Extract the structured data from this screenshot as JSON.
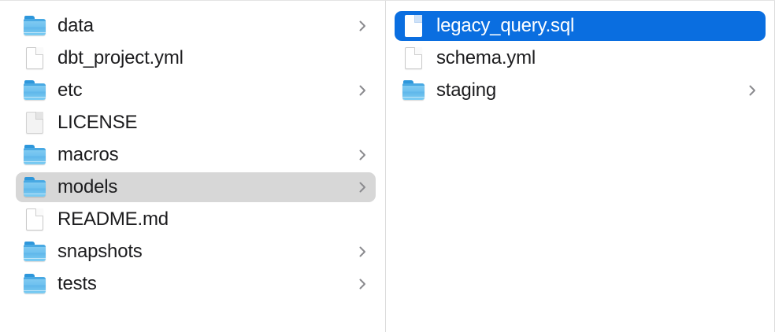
{
  "window": {
    "title": "Finder Column View",
    "background": "#ffffff",
    "divider_color": "#dcdcdc",
    "selection_blue": "#0a6ee0",
    "selection_gray": "#d7d7d7",
    "text_color": "#1d1d1f",
    "chevron_color": "#8a8a8e"
  },
  "columns": [
    {
      "name": "column-one",
      "items": [
        {
          "label": "data",
          "kind": "folder",
          "icon": "folder-icon",
          "chevron": true,
          "selected": "none"
        },
        {
          "label": "dbt_project.yml",
          "kind": "file",
          "icon": "document-icon",
          "chevron": false,
          "selected": "none"
        },
        {
          "label": "etc",
          "kind": "folder",
          "icon": "folder-icon",
          "chevron": true,
          "selected": "none"
        },
        {
          "label": "LICENSE",
          "kind": "file-plain",
          "icon": "document-plain-icon",
          "chevron": false,
          "selected": "none"
        },
        {
          "label": "macros",
          "kind": "folder",
          "icon": "folder-icon",
          "chevron": true,
          "selected": "none"
        },
        {
          "label": "models",
          "kind": "folder",
          "icon": "folder-icon",
          "chevron": true,
          "selected": "gray"
        },
        {
          "label": "README.md",
          "kind": "file",
          "icon": "document-icon",
          "chevron": false,
          "selected": "none"
        },
        {
          "label": "snapshots",
          "kind": "folder",
          "icon": "folder-icon",
          "chevron": true,
          "selected": "none"
        },
        {
          "label": "tests",
          "kind": "folder",
          "icon": "folder-icon",
          "chevron": true,
          "selected": "none"
        }
      ]
    },
    {
      "name": "column-two",
      "items": [
        {
          "label": "legacy_query.sql",
          "kind": "file-white",
          "icon": "document-icon",
          "chevron": false,
          "selected": "blue"
        },
        {
          "label": "schema.yml",
          "kind": "file",
          "icon": "document-icon",
          "chevron": false,
          "selected": "none"
        },
        {
          "label": "staging",
          "kind": "folder",
          "icon": "folder-icon",
          "chevron": true,
          "selected": "none"
        }
      ]
    }
  ]
}
